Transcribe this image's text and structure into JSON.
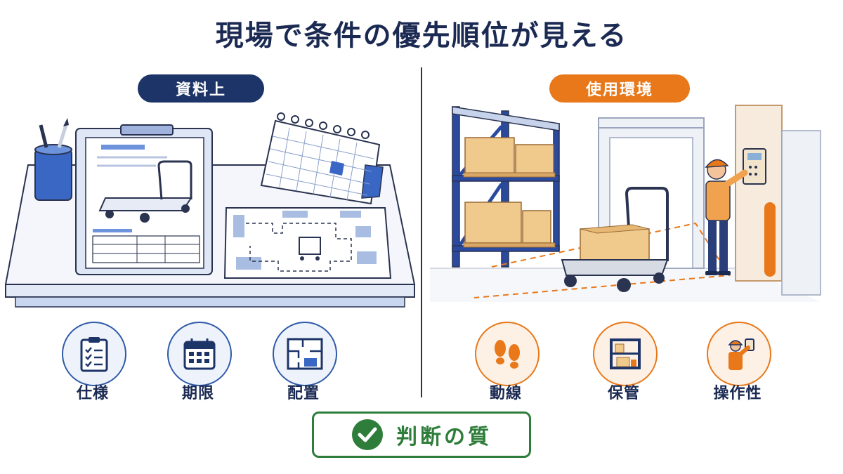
{
  "title": "現場で条件の優先順位が見える",
  "left": {
    "label": "資料上",
    "items": [
      {
        "label": "仕様",
        "icon": "clipboard-checklist-icon"
      },
      {
        "label": "期限",
        "icon": "calendar-icon"
      },
      {
        "label": "配置",
        "icon": "floor-plan-icon"
      }
    ]
  },
  "right": {
    "label": "使用環境",
    "items": [
      {
        "label": "動線",
        "icon": "footprints-icon"
      },
      {
        "label": "保管",
        "icon": "storage-shelf-icon"
      },
      {
        "label": "操作性",
        "icon": "worker-operating-icon"
      }
    ]
  },
  "result": {
    "label": "判断の質",
    "icon": "check-circle-icon"
  },
  "colors": {
    "navy": "#1d3468",
    "orange": "#e8781a",
    "green": "#2e7d3a"
  }
}
